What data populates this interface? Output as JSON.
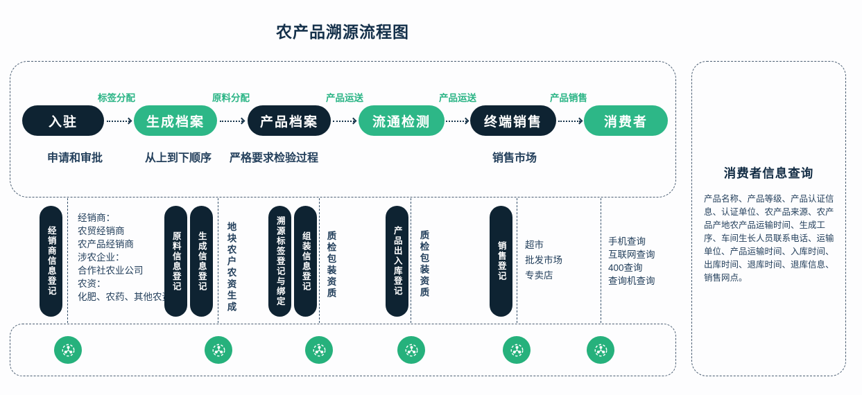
{
  "title": "农产品溯源流程图",
  "colors": {
    "dark_pill": "#0e2332",
    "green_pill": "#2db787",
    "transition_green": "#2ab485",
    "icon_green": "#26b17c",
    "text_dark": "#24405c",
    "dash_border": "#4a5d72"
  },
  "flow": {
    "stages": [
      {
        "label": "入驻",
        "variant": "dark",
        "sublabel": "申请和审批"
      },
      {
        "label": "生成档案",
        "variant": "green",
        "sublabel": "从上到下顺序"
      },
      {
        "label": "产品档案",
        "variant": "dark",
        "sublabel": "严格要求检验过程"
      },
      {
        "label": "流通检测",
        "variant": "green",
        "sublabel": ""
      },
      {
        "label": "终端销售",
        "variant": "dark",
        "sublabel": "销售市场"
      },
      {
        "label": "消费者",
        "variant": "green",
        "sublabel": ""
      }
    ],
    "transitions": [
      "标签分配",
      "原料分配",
      "产品运送",
      "产品运送",
      "产品销售"
    ]
  },
  "registrations": {
    "dealer_pill": "经销商信息登记",
    "dealer_lines": [
      "经销商：",
      "农贸经销商",
      "农产品经销商",
      "涉农企业：",
      "合作社农业公司",
      "农资：",
      "化肥、农药、其他农资"
    ],
    "material_pill": "原料信息登记",
    "generate_pill": "生成信息登记",
    "plot_note": "地块农户农资生成",
    "trace_pill": "溯源标签登记与绑定",
    "assembly_pill": "组装信息登记",
    "qc_note_1": "质检包装资质",
    "inout_pill": "产品出入库登记",
    "qc_note_2": "质检包装资质",
    "sales_pill": "销售登记",
    "market_lines": [
      "超市",
      "批发市场",
      "专卖店"
    ],
    "query_lines": [
      "手机查询",
      "互联网查询",
      "400查询",
      "查询机查询"
    ]
  },
  "consumer_panel": {
    "title": "消费者信息查询",
    "body": "产品名称、产品等级、产品认证信息、认证单位、农产品来源、农产品产地农产品运输时间、生成工序、车间生长人员联系电话、运输单位、产品运输时间、入库时间、出库时间、退库时间、退库信息、销售网点。"
  },
  "hub_icon": {
    "name": "network-hub-icon",
    "count": 6
  }
}
